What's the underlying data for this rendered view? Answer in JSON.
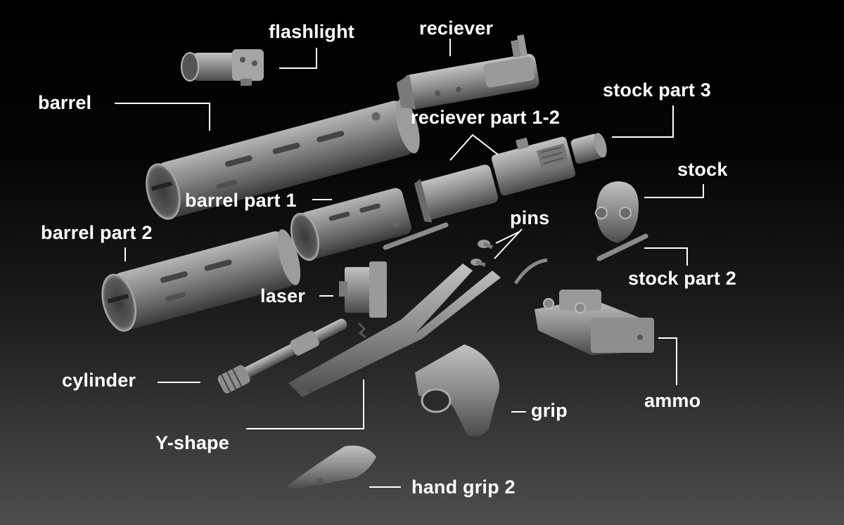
{
  "labels": {
    "flashlight": "flashlight",
    "reciever": "reciever",
    "barrel": "barrel",
    "stock_part_3": "stock part 3",
    "reciever_part_1_2": "reciever part 1-2",
    "stock": "stock",
    "barrel_part_1": "barrel part 1",
    "pins": "pins",
    "barrel_part_2": "barrel part 2",
    "stock_part_2": "stock part 2",
    "laser": "laser",
    "cylinder": "cylinder",
    "ammo": "ammo",
    "grip": "grip",
    "y_shape": "Y-shape",
    "hand_grip_2": "hand grip 2"
  },
  "colors": {
    "part_fill": "#8a8a8a",
    "part_dark": "#3e3e3e",
    "part_light": "#bdbdbd",
    "label": "#ffffff",
    "leader": "#ffffff"
  }
}
